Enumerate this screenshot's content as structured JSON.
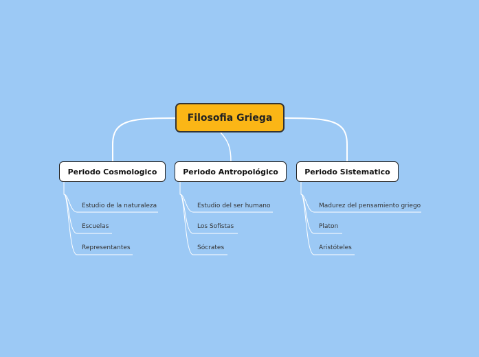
{
  "root": {
    "label": "Filosofia Griega",
    "color": "#fbb616"
  },
  "branches": [
    {
      "label": "Periodo Cosmologico",
      "items": [
        "Estudio de la naturaleza",
        "Escuelas",
        "Representantes"
      ]
    },
    {
      "label": "Periodo Antropológico",
      "items": [
        "Estudio del ser humano",
        "Los Sofistas",
        "Sócrates"
      ]
    },
    {
      "label": "Periodo Sistematico",
      "items": [
        "Madurez del pensamiento griego",
        "Platon",
        "Aristóteles"
      ]
    }
  ]
}
